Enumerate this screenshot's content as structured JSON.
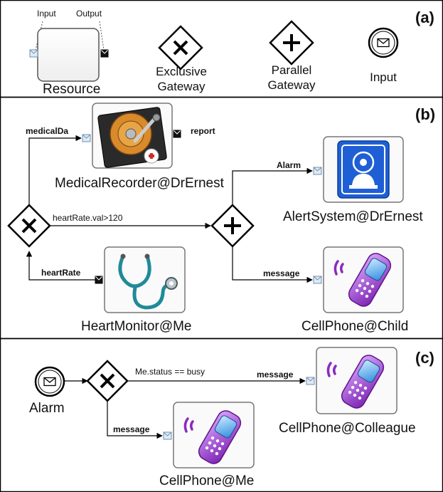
{
  "panel_a": {
    "label": "(a)",
    "input_label": "Input",
    "output_label": "Output",
    "resource_label": "Resource",
    "exclusive_label": "Exclusive\nGateway",
    "parallel_label": "Parallel\nGateway",
    "input_event_label": "Input"
  },
  "panel_b": {
    "label": "(b)",
    "edge_medical": "medicalDa",
    "edge_report": "report",
    "edge_alarm": "Alarm",
    "edge_condition": "heartRate.val>120",
    "edge_heartrate": "heartRate",
    "edge_message": "message",
    "medical_recorder": "MedicalRecorder@DrErnest",
    "alert_system": "AlertSystem@DrErnest",
    "heart_monitor": "HeartMonitor@Me",
    "cellphone_child": "CellPhone@Child"
  },
  "panel_c": {
    "label": "(c)",
    "alarm_label": "Alarm",
    "edge_condition": "Me.status == busy",
    "edge_message_top": "message",
    "edge_message_bottom": "message",
    "cellphone_colleague": "CellPhone@Colleague",
    "cellphone_me": "CellPhone@Me"
  },
  "colors": {
    "border": "#000000",
    "node_fill": "#fafafa",
    "port_blue": "#8fb4d6",
    "port_dark": "#111111",
    "phone_purple": "#8a2bbd",
    "alert_blue": "#1e5fd6",
    "stethoscope_teal": "#1f8a99",
    "hdd_orange": "#d97a1e"
  }
}
